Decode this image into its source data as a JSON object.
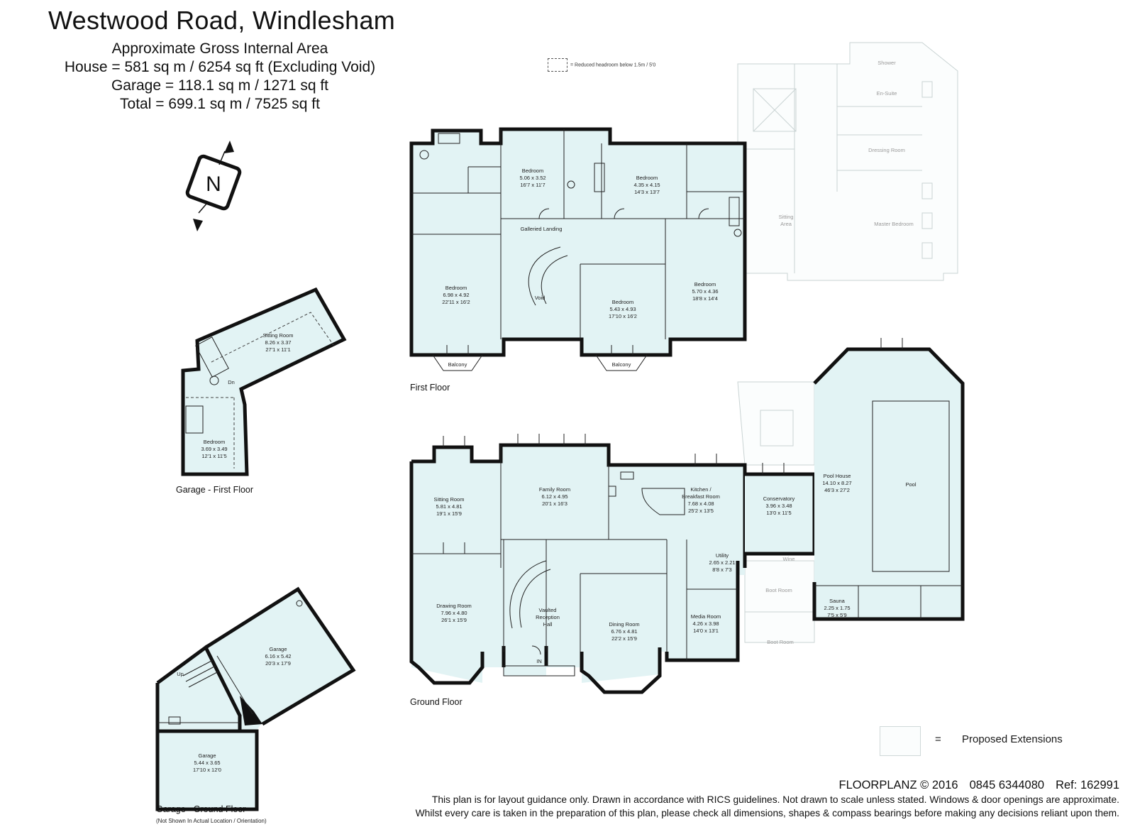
{
  "header": {
    "title": "Westwood Road, Windlesham",
    "area_heading": "Approximate Gross Internal Area",
    "house_area": "House = 581 sq m / 6254 sq ft (Excluding Void)",
    "garage_area": "Garage = 118.1 sq m / 1271 sq ft",
    "total_area": "Total = 699.1 sq m / 7525 sq ft"
  },
  "legend": {
    "reduced_headroom": "= Reduced headroom below 1.5m / 5'0",
    "proposed_eq": "=",
    "proposed_extensions": "Proposed Extensions"
  },
  "compass": {
    "letter": "N"
  },
  "floors": {
    "first_floor": "First Floor",
    "ground_floor": "Ground Floor",
    "garage_first_floor": "Garage - First Floor",
    "garage_ground_floor": "Garage - Ground Floor",
    "garage_note": "(Not Shown In Actual Location / Orientation)"
  },
  "rooms": {
    "ff_bedroom_a": [
      "Bedroom",
      "6.98 x 4.92",
      "22'11 x 16'2"
    ],
    "ff_bedroom_b": [
      "Bedroom",
      "5.06 x 3.52",
      "16'7 x 11'7"
    ],
    "ff_bedroom_c": [
      "Bedroom",
      "4.35 x 4.15",
      "14'3 x 13'7"
    ],
    "ff_bedroom_d": [
      "Bedroom",
      "5.43 x 4.93",
      "17'10 x 16'2"
    ],
    "ff_bedroom_e": [
      "Bedroom",
      "5.70 x 4.36",
      "18'8 x 14'4"
    ],
    "ff_galleried": "Galleried Landing",
    "ff_void": "Void",
    "ff_balcony": "Balcony",
    "ff_shower": "Shower",
    "ff_ensuite": "En-Suite",
    "ff_dressing": "Dressing Room",
    "ff_sitting_area": [
      "Sitting",
      "Area"
    ],
    "ff_master": "Master Bedroom",
    "gf_sitting": [
      "Sitting Room",
      "5.81 x 4.81",
      "19'1 x 15'9"
    ],
    "gf_family": [
      "Family Room",
      "6.12 x 4.95",
      "20'1 x 16'3"
    ],
    "gf_kitchen": [
      "Kitchen /",
      "Breakfast Room",
      "7.68 x 4.08",
      "25'2 x 13'5"
    ],
    "gf_conservatory": [
      "Conservatory",
      "3.96 x 3.48",
      "13'0 x 11'5"
    ],
    "gf_pool_house": [
      "Pool House",
      "14.10 x 8.27",
      "46'3 x 27'2"
    ],
    "gf_pool": "Pool",
    "gf_drawing": [
      "Drawing Room",
      "7.96 x 4.80",
      "26'1 x 15'9"
    ],
    "gf_reception": [
      "Vaulted",
      "Reception",
      "Hall"
    ],
    "gf_dining": [
      "Dining Room",
      "6.76 x 4.81",
      "22'2 x 15'9"
    ],
    "gf_utility": [
      "Utility",
      "2.65 x 2.21",
      "8'8 x 7'3"
    ],
    "gf_media": [
      "Media Room",
      "4.26 x 3.98",
      "14'0 x 13'1"
    ],
    "gf_wine": "Wine",
    "gf_boot": "Boot Room",
    "gf_sauna": [
      "Sauna",
      "2.25 x 1.75",
      "7'5 x 5'9"
    ],
    "gf_in": "IN",
    "gf1_sitting": [
      "Sitting Room",
      "8.26 x 3.37",
      "27'1 x 11'1"
    ],
    "gf1_bedroom": [
      "Bedroom",
      "3.69 x 3.49",
      "12'1 x 11'5"
    ],
    "gf1_dn": "Dn",
    "gg_garage_a": [
      "Garage",
      "6.16 x 5.42",
      "20'3 x 17'9"
    ],
    "gg_garage_b": [
      "Garage",
      "5.44 x 3.65",
      "17'10 x 12'0"
    ],
    "gg_up": "Up"
  },
  "footer": {
    "brand": "FLOORPLANZ © 2016",
    "phone": "0845 6344080",
    "ref": "Ref: 162991",
    "disclaimer1": "This plan is for layout guidance only. Drawn in accordance with RICS guidelines. Not drawn to scale unless stated. Windows & door openings are approximate.",
    "disclaimer2": "Whilst every care is taken in the preparation of this plan, please check all dimensions, shapes & compass bearings before making any decisions reliant upon them."
  },
  "colors": {
    "room_fill": "#e2f3f4",
    "wall": "#111111",
    "proposed": "#c9d3d3"
  }
}
